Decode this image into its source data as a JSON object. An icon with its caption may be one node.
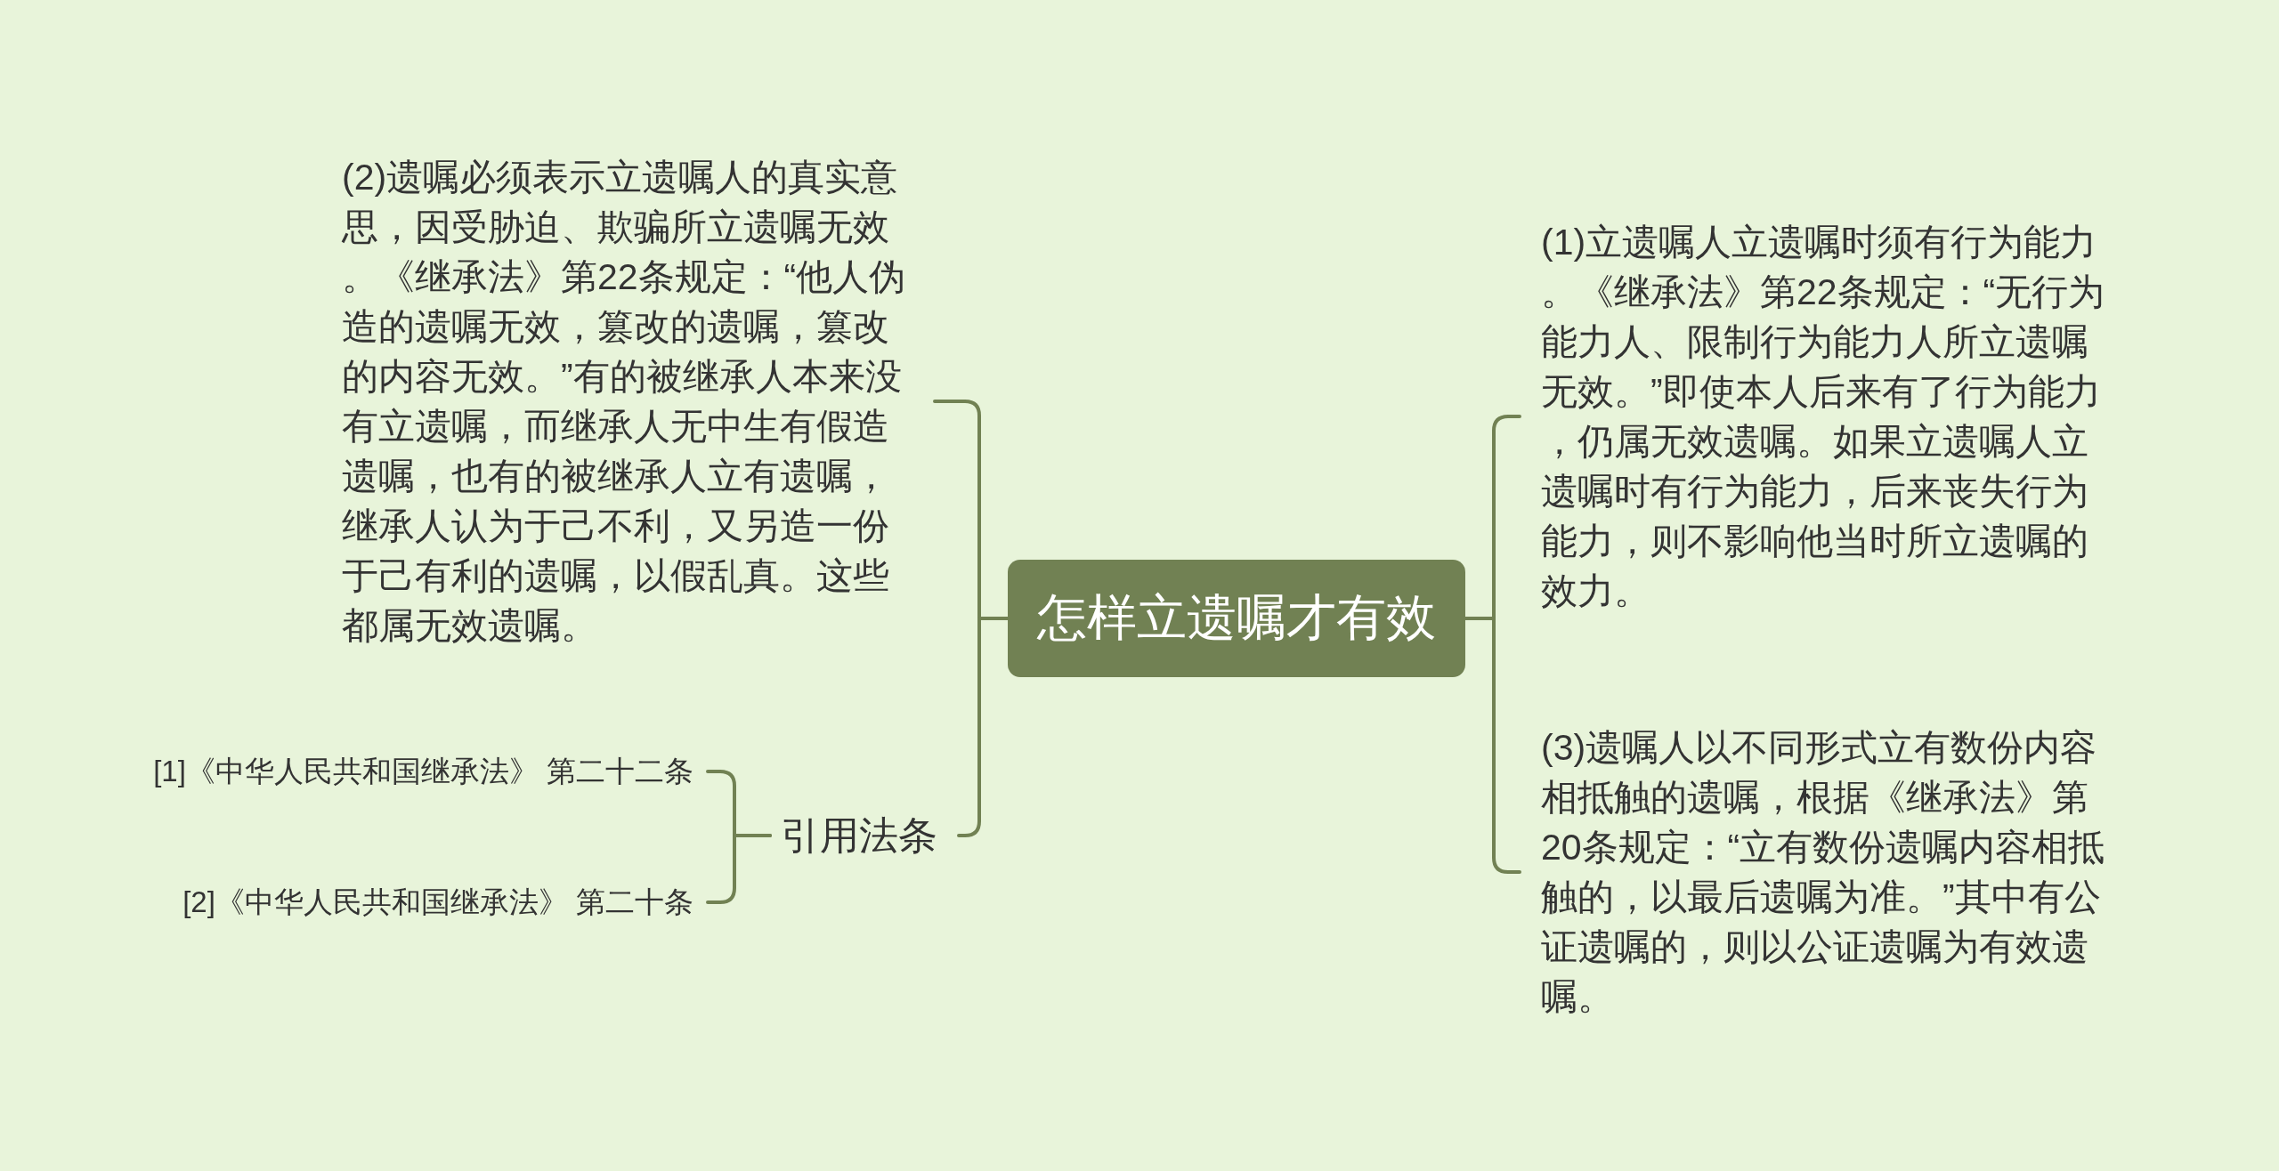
{
  "diagram": {
    "nodes": [
      {
        "text": [
          "怎样立遗嘱才有效"
        ]
      },
      {
        "text": [
          "(1)立遗嘱人立遗嘱时须有行为能力。《继承法》第22条规定：“无行为能力人、限制行为能力人所立遗嘱无效。”即使本人后来有了行为能力，仍属无效遗嘱。如果立遗嘱人立遗嘱时有行为能力，后来丧失行为能力，则不影响他当时所立遗嘱的效力。"
        ]
      },
      {
        "text": [
          "(2)遗嘱必须表示立遗嘱人的真实意思，因受胁迫、欺骗所立遗嘱无效。《继承法》第22条规定：“他人伪造的遗嘱无效，篡改的遗嘱，篡改的内容无效。”有的被继承人本来没有立遗嘱，而继承人无中生有假造遗嘱，也有的被继承人立有遗嘱，继承人认为于己不利，又另造一份于己有利的遗嘱，以假乱真。这些都属无效遗嘱。"
        ]
      },
      {
        "text": [
          "(3)遗嘱人以不同形式立有数份内容相抵触的遗嘱，根据《继承法》第20条规定：“立有数份遗嘱内容相抵触的，以最后遗嘱为准。”其中有公证遗嘱的，则以公证遗嘱为有效遗嘱。"
        ]
      },
      {
        "text": [
          "引用法条"
        ]
      },
      {
        "text": [
          "[1]《中华人民共和国继承法》 第二十二条"
        ]
      },
      {
        "text": [
          "[2]《中华人民共和国继承法》 第二十条"
        ]
      }
    ],
    "edges": [
      {
        "from": 0,
        "to": 1,
        "arrow": "none"
      },
      {
        "from": 0,
        "to": 2,
        "arrow": "none"
      },
      {
        "from": 0,
        "to": 3,
        "arrow": "none"
      },
      {
        "from": 0,
        "to": 4,
        "arrow": "none"
      },
      {
        "from": 4,
        "to": 5,
        "arrow": "none"
      },
      {
        "from": 4,
        "to": 6,
        "arrow": "none"
      }
    ]
  }
}
